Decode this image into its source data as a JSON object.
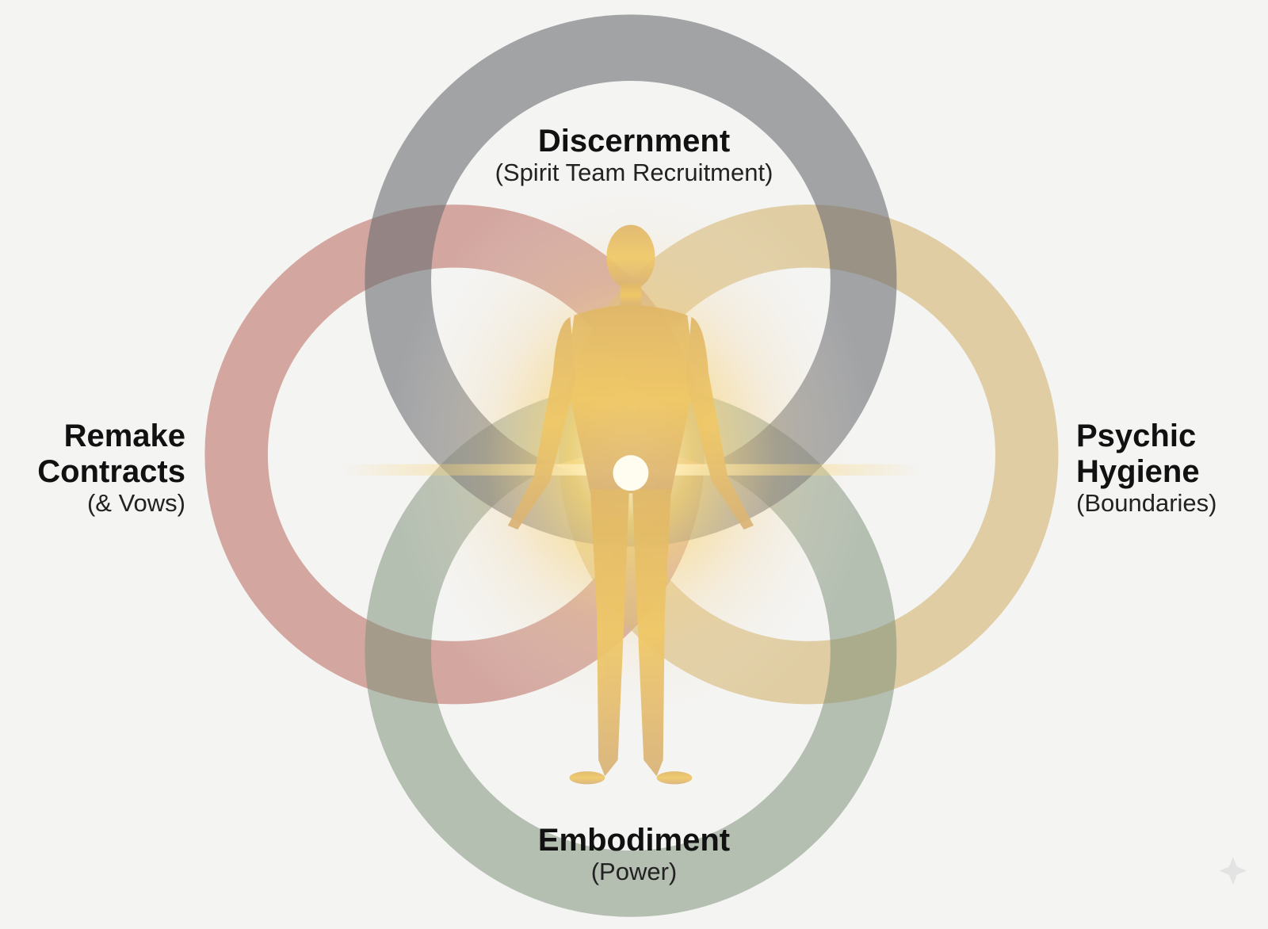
{
  "labels": {
    "top": {
      "title": "Discernment",
      "subtitle": "(Spirit Team Recruitment)"
    },
    "left": {
      "title_line1": "Remake",
      "title_line2": "Contracts",
      "subtitle": "(& Vows)"
    },
    "right": {
      "title_line1": "Psychic",
      "title_line2": "Hygiene",
      "subtitle": "(Boundaries)"
    },
    "bottom": {
      "title": "Embodiment",
      "subtitle": "(Power)"
    }
  },
  "colors": {
    "top_ring": "#6b6d72",
    "left_ring": "#b8675a",
    "right_ring": "#d2b36e",
    "bottom_ring": "#7f927a",
    "glow": "#f6c44a",
    "background": "#f4f4f3"
  }
}
